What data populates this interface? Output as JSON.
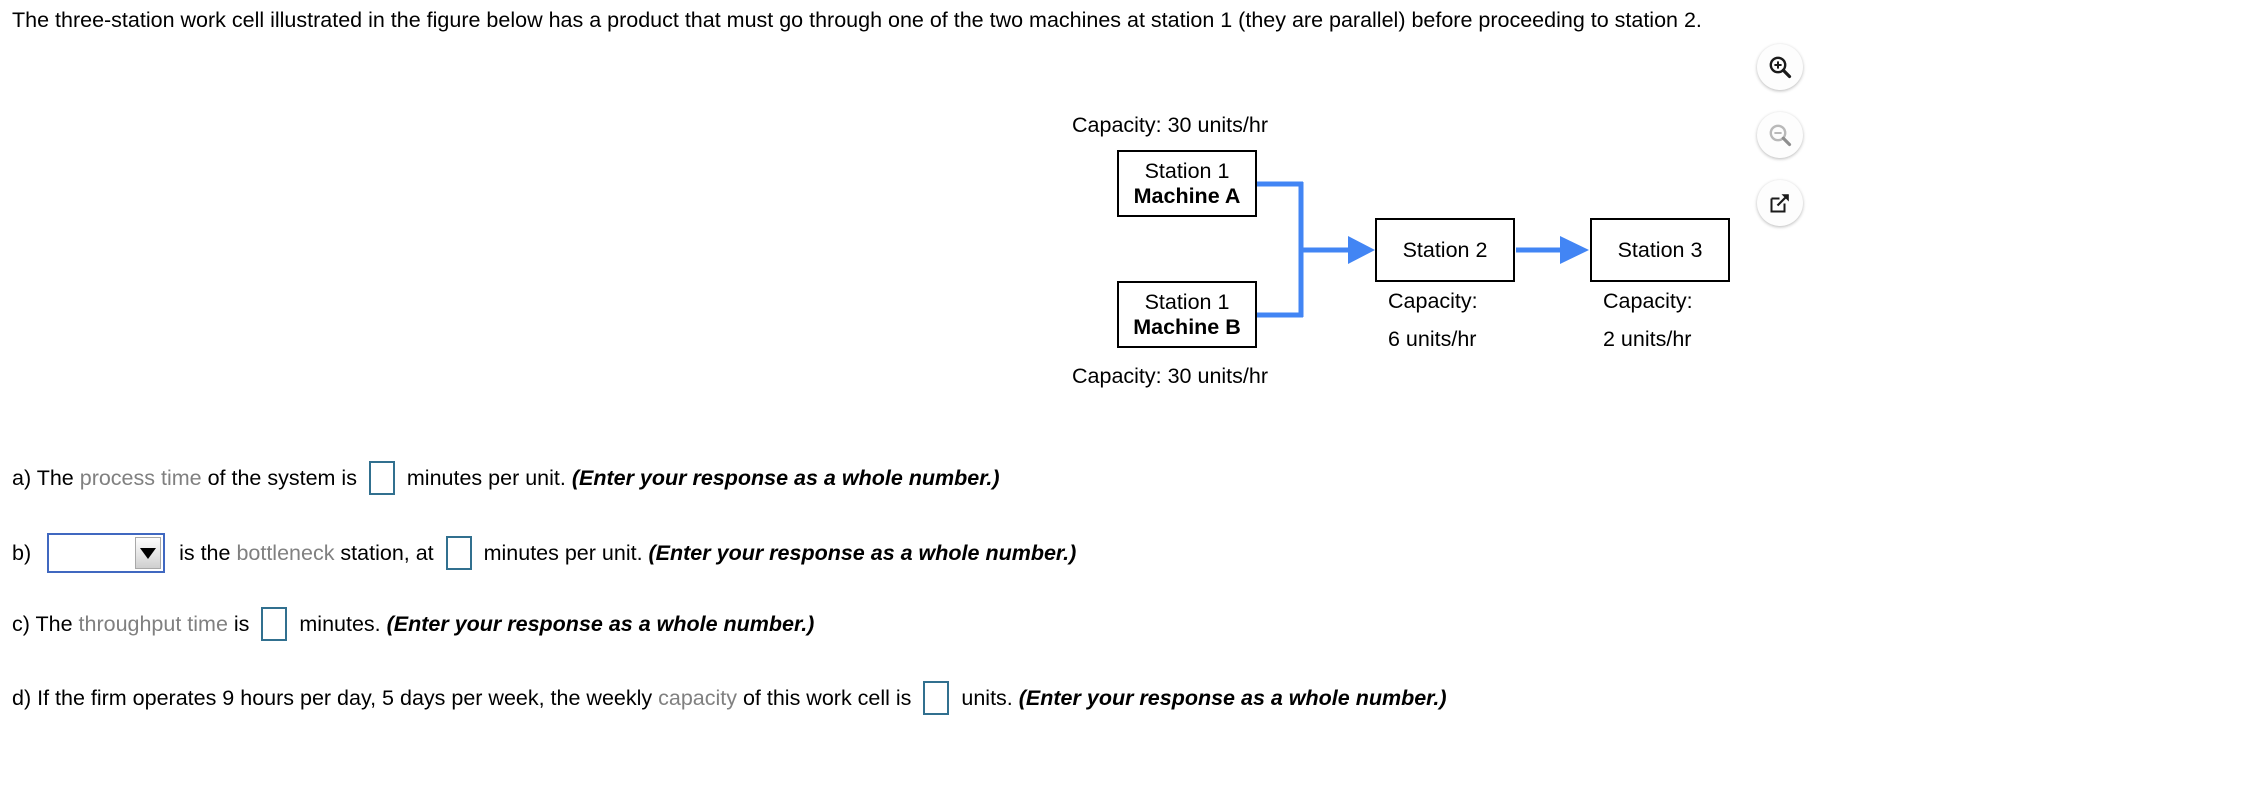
{
  "prompt": "The three-station work cell illustrated in the figure below has a product that must go through one of the two machines at station 1 (they are parallel) before proceeding to station 2.",
  "icons": [
    {
      "name": "zoom-in-icon",
      "label": "Zoom in",
      "state": "enabled"
    },
    {
      "name": "zoom-out-icon",
      "label": "Zoom out",
      "state": "disabled"
    },
    {
      "name": "open-in-new-window-icon",
      "label": "Open in new window",
      "state": "enabled"
    }
  ],
  "figure": {
    "top_capacity_label": "Capacity: 30 units/hr",
    "bottom_capacity_label": "Capacity: 30 units/hr",
    "machine_a": {
      "line1": "Station 1",
      "line2": "Machine A"
    },
    "machine_b": {
      "line1": "Station 1",
      "line2": "Machine B"
    },
    "station2": {
      "title": "Station 2",
      "cap_line1": "Capacity:",
      "cap_line2": "6 units/hr"
    },
    "station3": {
      "title": "Station 3",
      "cap_line1": "Capacity:",
      "cap_line2": "2 units/hr"
    },
    "arrow_color": "#4285f4",
    "box_border_color": "#000000"
  },
  "questions": {
    "a": {
      "prefix": "a) The ",
      "link": "process time",
      "mid": " of the system is ",
      "answer_value": "",
      "suffix": " minutes per unit. ",
      "hint": "(Enter your response as a whole number.)"
    },
    "b": {
      "prefix": "b) ",
      "select_value": "",
      "mid1": " is the ",
      "link": "bottleneck",
      "mid2": " station, at ",
      "answer_value": "",
      "suffix": " minutes per unit. ",
      "hint": "(Enter your response as a whole number.)"
    },
    "c": {
      "prefix": "c) The ",
      "link": "throughput time",
      "mid": " is ",
      "answer_value": "",
      "suffix": " minutes. ",
      "hint": "(Enter your response as a whole number.)"
    },
    "d": {
      "prefix": "d) If the firm operates 9 hours per day, 5 days per week, the weekly ",
      "link": "capacity",
      "mid": " of this work cell is ",
      "answer_value": "",
      "suffix": " units. ",
      "hint": "(Enter your response as a whole number.)"
    }
  },
  "colors": {
    "answer_box_border": "#31708f",
    "dropdown_border": "#4068c0",
    "link_text": "#808080",
    "arrow_blue": "#4285f4"
  }
}
